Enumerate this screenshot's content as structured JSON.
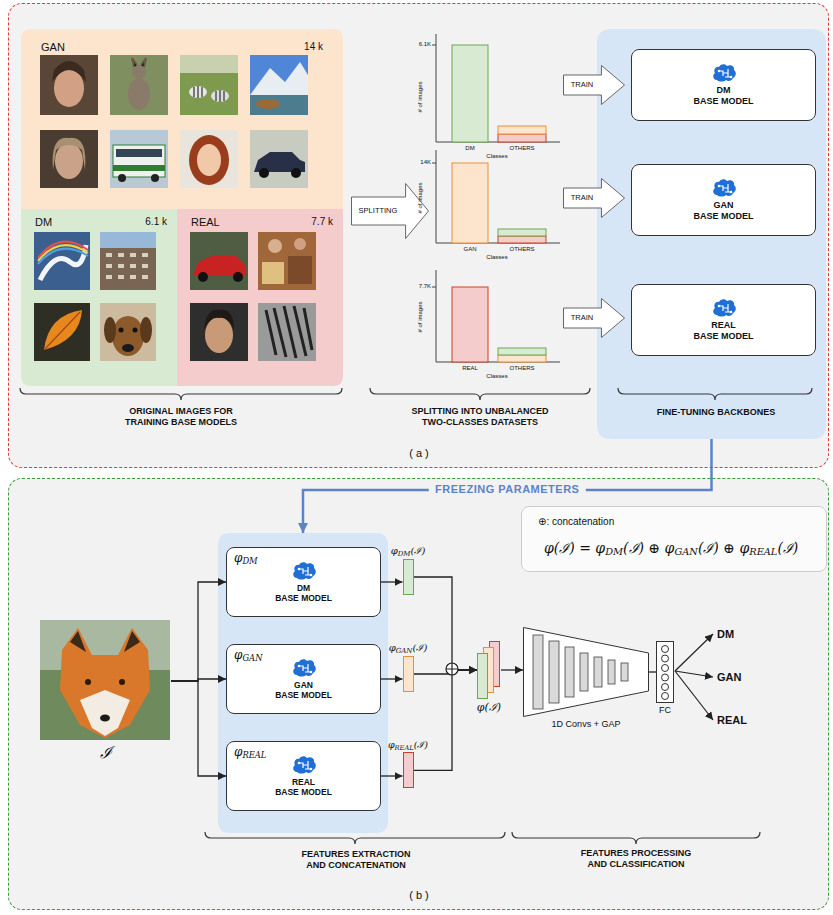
{
  "diagram": {
    "nodes": [
      {
        "text": [
          "( a )"
        ]
      },
      {
        "text": [
          "GAN",
          "14 k"
        ],
        "in": 0
      },
      {
        "text": [
          "DM",
          "6.1 k"
        ],
        "in": 0
      },
      {
        "text": [
          "REAL",
          "7.7 k"
        ],
        "in": 0
      },
      {
        "text": [
          "SPLITTING"
        ],
        "in": 0
      },
      {
        "text": [
          "TRAIN"
        ],
        "in": 0
      },
      {
        "text": [
          "TRAIN"
        ],
        "in": 0
      },
      {
        "text": [
          "TRAIN"
        ],
        "in": 0
      },
      {
        "text": [
          "FINE-TUNING BACKBONES"
        ],
        "in": 0
      },
      {
        "text": [
          "DM BASE MODEL"
        ],
        "in": 8
      },
      {
        "text": [
          "GAN BASE MODEL"
        ],
        "in": 8
      },
      {
        "text": [
          "REAL BASE MODEL"
        ],
        "in": 8
      },
      {
        "text": [
          "( b )"
        ]
      },
      {
        "text": [
          "⊕: concatenation",
          "φ(ℐ) = φDM(ℐ) ⊕ φGAN(ℐ) ⊕ φREAL(ℐ)"
        ],
        "in": 12
      },
      {
        "text": [
          "ℐ"
        ],
        "in": 12
      },
      {
        "text": [
          "FEATURES EXTRACTION AND CONCATENATION"
        ],
        "in": 12
      },
      {
        "text": [
          "φDM",
          "DM BASE MODEL"
        ],
        "in": 15
      },
      {
        "text": [
          "φGAN",
          "GAN BASE MODEL"
        ],
        "in": 15
      },
      {
        "text": [
          "φREAL",
          "REAL BASE MODEL"
        ],
        "in": 15
      },
      {
        "text": [
          "φDM(ℐ)"
        ],
        "in": 12
      },
      {
        "text": [
          "φGAN(ℐ)"
        ],
        "in": 12
      },
      {
        "text": [
          "φREAL(ℐ)"
        ],
        "in": 12
      },
      {
        "text": [
          "φ(ℐ)"
        ],
        "in": 12
      },
      {
        "text": [
          "1D Convs + GAP"
        ],
        "in": 12
      },
      {
        "text": [
          "FC"
        ],
        "in": 12
      }
    ],
    "edges": [
      {
        "from": 8,
        "to": 15,
        "arrow": "to",
        "label": "FREEZING PARAMETERS"
      },
      {
        "from": 14,
        "to": 16,
        "arrow": "to"
      },
      {
        "from": 14,
        "to": 17,
        "arrow": "to"
      },
      {
        "from": 14,
        "to": 18,
        "arrow": "to"
      },
      {
        "from": 16,
        "to": 19,
        "arrow": "to"
      },
      {
        "from": 17,
        "to": 20,
        "arrow": "to"
      },
      {
        "from": 18,
        "to": 21,
        "arrow": "to"
      },
      {
        "from": 19,
        "to": 22,
        "arrow": "to"
      },
      {
        "from": 20,
        "to": 22,
        "arrow": "to"
      },
      {
        "from": 21,
        "to": 22,
        "arrow": "to"
      },
      {
        "from": 22,
        "to": 23,
        "arrow": "to"
      },
      {
        "from": 23,
        "to": 24,
        "arrow": "none"
      }
    ],
    "labels": [
      "ORIGINAL IMAGES FOR TRAINING BASE MODELS",
      "6.1K",
      "# of images",
      "DM",
      "OTHERS",
      "Classes",
      "14K",
      "# of images",
      "GAN",
      "OTHERS",
      "Classes",
      "7.7K",
      "# of images",
      "REAL",
      "OTHERS",
      "Classes",
      "SPLITTING INTO UNBALANCED TWO-CLASSES DATASETS",
      "DM",
      "GAN",
      "REAL",
      "FEATURES PROCESSING AND CLASSIFICATION"
    ]
  }
}
